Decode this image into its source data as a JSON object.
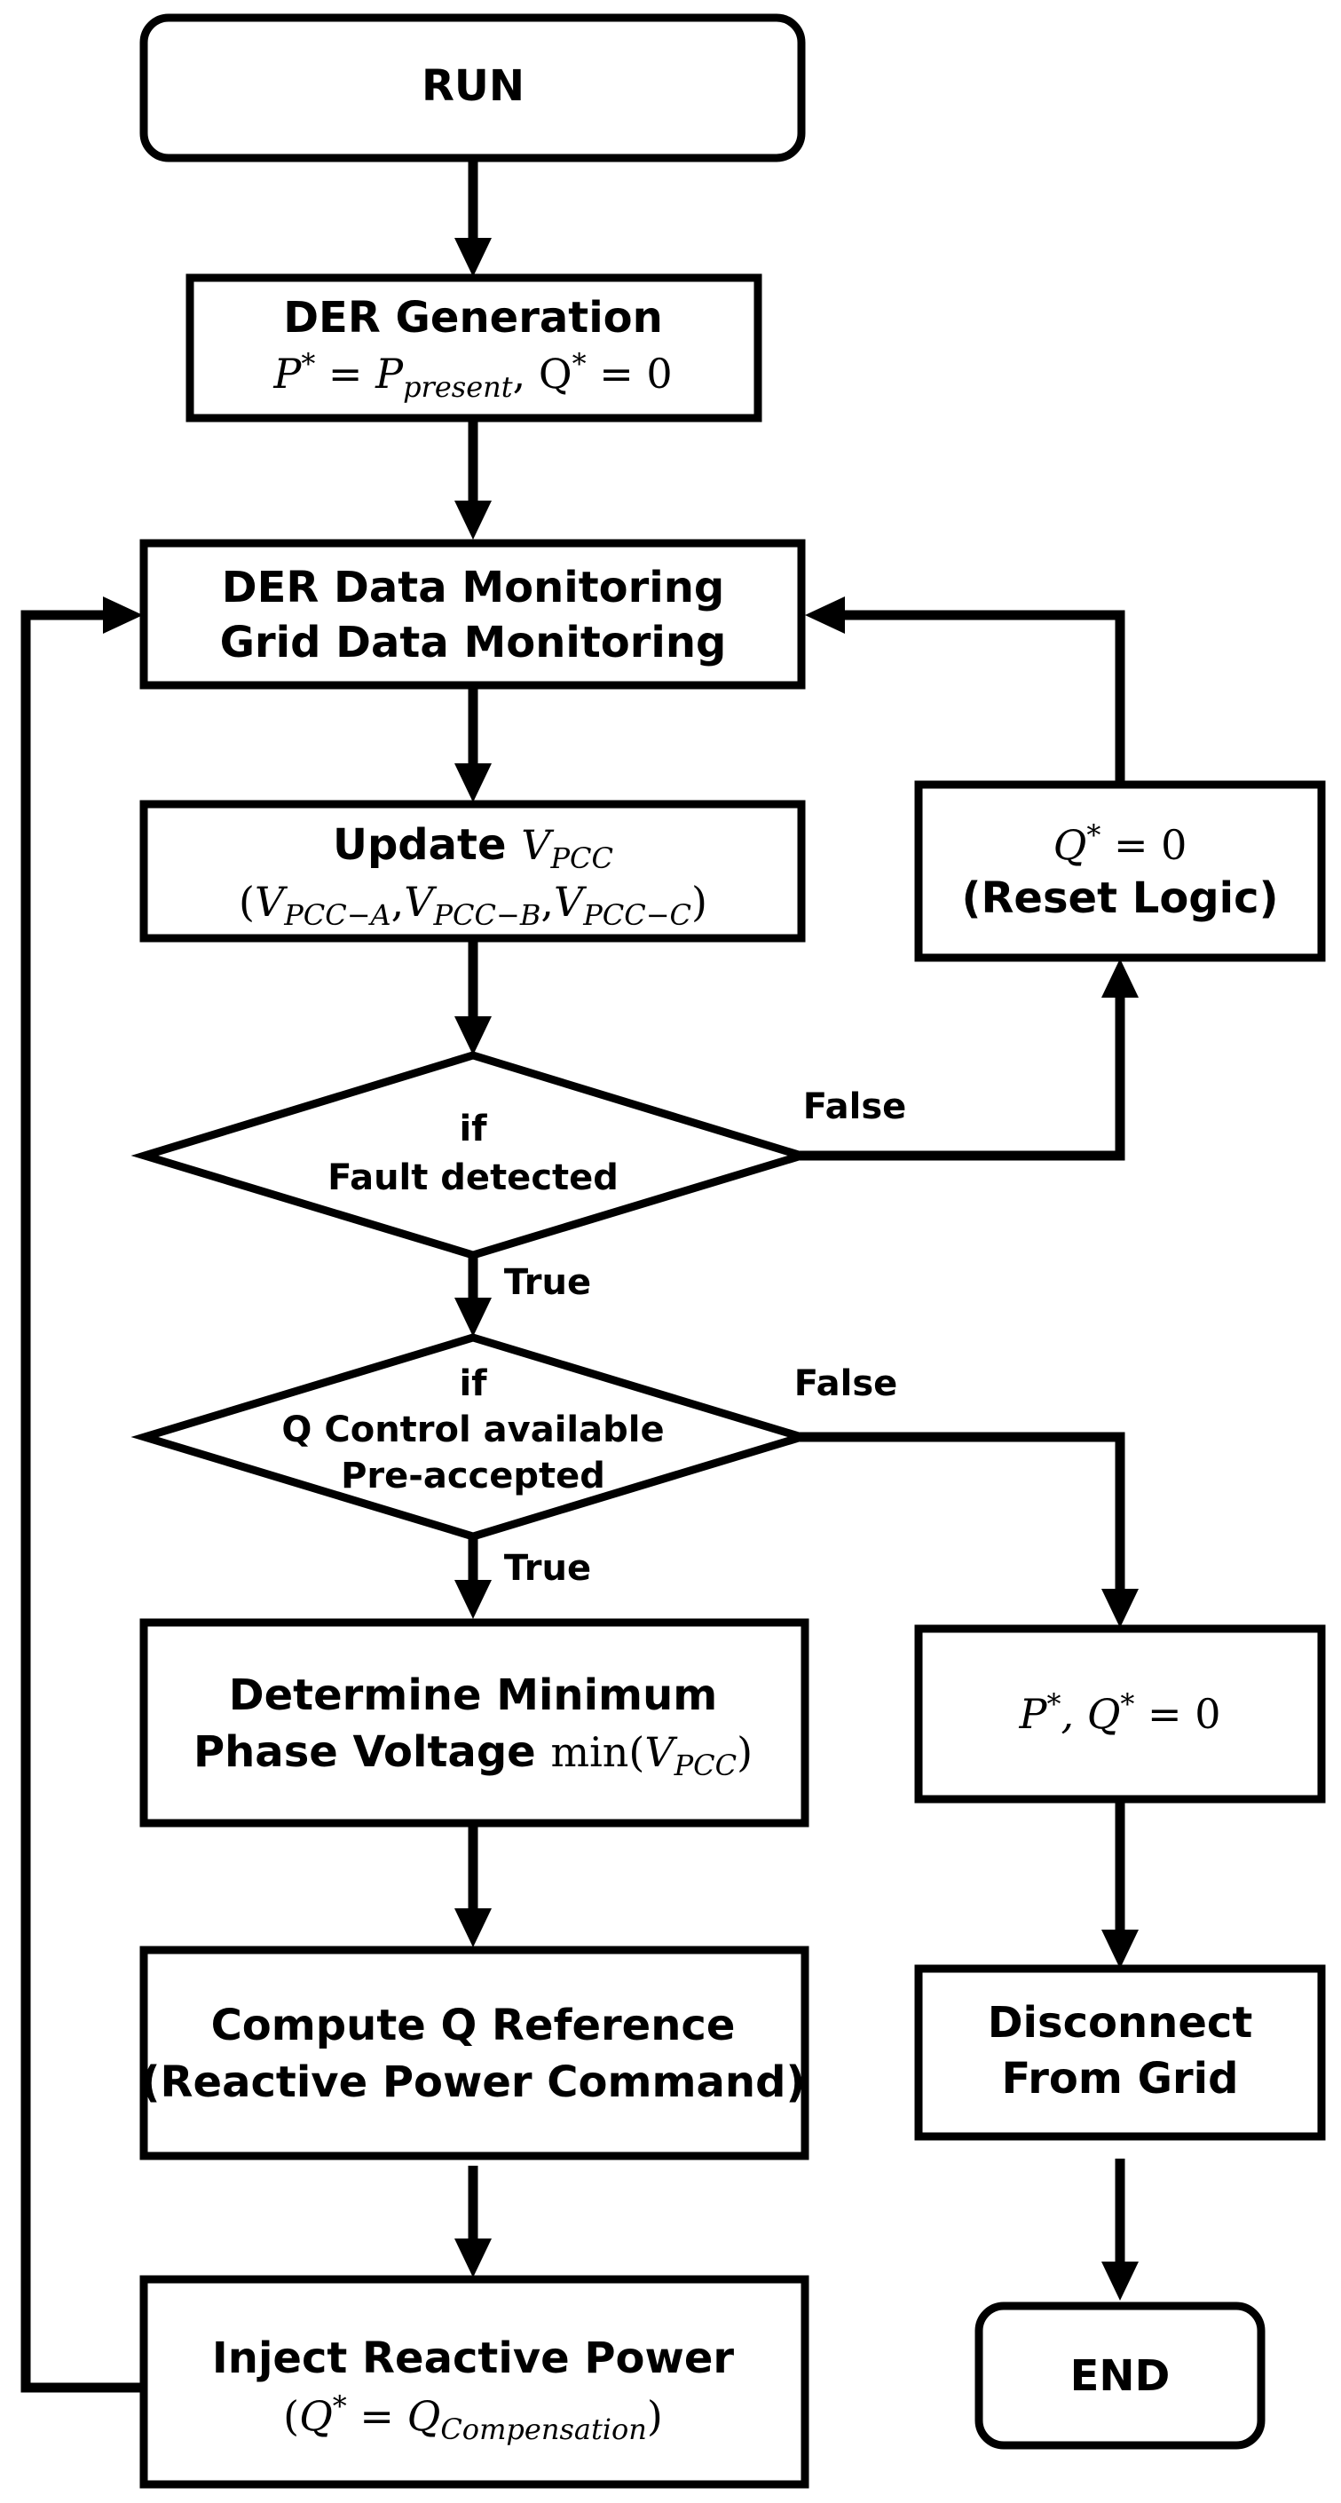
{
  "nodes": {
    "run": "RUN",
    "der_generation": {
      "title": "DER Generation",
      "eq_a": "P",
      "eq_a_sup": "*",
      "eq_b": " = ",
      "eq_c": "P",
      "eq_c_sub": "present",
      "eq_d": ", Q",
      "eq_d_sup": "*",
      "eq_e": " = 0"
    },
    "monitoring": {
      "line1": "DER Data Monitoring",
      "line2": "Grid Data Monitoring"
    },
    "update_vpcc": {
      "title": "Update",
      "v": "V",
      "v_sub": "PCC",
      "phases": [
        {
          "sub": "PCC−A"
        },
        {
          "sub": "PCC−B"
        },
        {
          "sub": "PCC−C"
        }
      ]
    },
    "reset_logic": {
      "eq": "Q",
      "eq_sup": "*",
      "eq_tail": " = 0",
      "label": "(Reset Logic)"
    },
    "fault_decision": {
      "line1": "if",
      "line2": "Fault detected"
    },
    "q_decision": {
      "line1": "if",
      "line2": "Q Control available",
      "line3": "Pre-accepted"
    },
    "min_phase": {
      "line1": "Determine Minimum",
      "line2": "Phase Voltage",
      "fn": "min(",
      "v": "V",
      "v_sub": "PCC",
      "close": ")"
    },
    "pq_zero": {
      "p": "P",
      "p_sup": "*",
      "q": ", Q",
      "q_sup": "*",
      "tail": " = 0"
    },
    "compute_q": {
      "line1": "Compute Q Reference",
      "line2": "(Reactive Power Command)"
    },
    "disconnect": {
      "line1": "Disconnect",
      "line2": "From Grid"
    },
    "inject": {
      "line1": "Inject Reactive Power",
      "open": "(Q",
      "open_sup": "*",
      "mid": " = ",
      "q": "Q",
      "q_sub": "Compensation",
      "close": ")"
    },
    "end": "END"
  },
  "edge_labels": {
    "fault_false": "False",
    "fault_true": "True",
    "q_false": "False",
    "q_true": "True"
  }
}
